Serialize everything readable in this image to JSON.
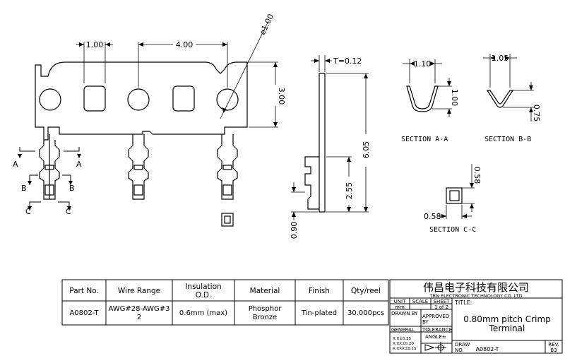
{
  "drawing": {
    "dims": {
      "d1": "1.00",
      "d2": "4.00",
      "dia": "⌀1.00",
      "h1": "3.00",
      "t": "T=0.12",
      "h2": "6.05",
      "h3": "0.90",
      "h4": "2.55",
      "sa_w": "1.10",
      "sa_h": "1.00",
      "sb_w": "1.05",
      "sb_h": "0.75",
      "sc_h": "0.58",
      "sc_w": "0.58"
    },
    "sections": {
      "aa": "SECTION A-A",
      "bb": "SECTION B-B",
      "cc": "SECTION C-C"
    },
    "letters": {
      "a": "A",
      "b": "B",
      "c": "C"
    }
  },
  "spec_table": {
    "headers": {
      "part": "Part No.",
      "wire": "Wire Range",
      "ins_1": "Insulation",
      "ins_2": "O.D.",
      "material": "Material",
      "finish": "Finish",
      "qty": "Qty/reel"
    },
    "row": {
      "part": "A0802-T",
      "wire_1": "AWG#28-AWG#3",
      "wire_2": "2",
      "ins": "0.6mm (max)",
      "mat_1": "Phosphor",
      "mat_2": "Bronze",
      "finish": "Tin-plated",
      "qty": "30.000pcs"
    }
  },
  "title_block": {
    "company_cn": "伟昌电子科技有限公司",
    "company_en": "TRN ELECTRONIC TECHNOLOGY CO. LTD",
    "unit_label": "UNIT",
    "unit_val": "mm",
    "scale_label": "SCALE",
    "sheet_label": "SHEET",
    "sheet_val": "1 of 2",
    "title_label": "TITLE:",
    "drawn_by": "DRAWN BY",
    "approved_1": "APPROVED",
    "approved_2": "BY",
    "title_1": "0.80mm pitch Crimp",
    "title_2": "Terminal",
    "general": "GENERAL",
    "tolerance": "TOLERANCE",
    "angle": "ANGLE±",
    "tol_1": "X.X±0.25",
    "tol_2": "X.XX±0.20",
    "tol_3": "X.XXX±0.15",
    "draw_label": "DRAW",
    "no_label": "NO.",
    "draw_no": "A0802-T",
    "rev_label": "REV.",
    "rev_val": "B3"
  }
}
